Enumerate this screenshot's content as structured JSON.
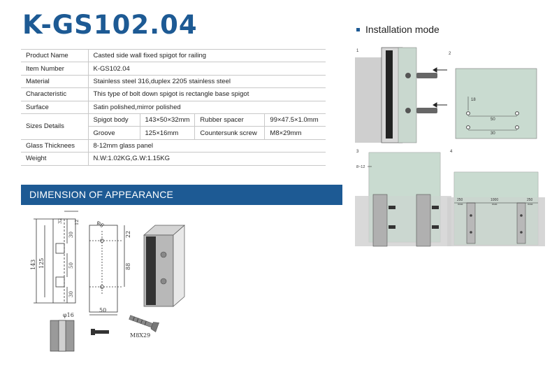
{
  "product_title": "K-GS102.04",
  "specs": {
    "product_name": {
      "label": "Product Name",
      "value": "Casted side wall fixed spigot for railing"
    },
    "item_number": {
      "label": "Item Number",
      "value": "K-GS102.04"
    },
    "material": {
      "label": "Material",
      "value": "Stainless steel 316,duplex 2205 stainless steel"
    },
    "characteristic": {
      "label": "Characteristic",
      "value": "This  type of bolt down spigot is rectangle base spigot"
    },
    "surface": {
      "label": "Surface",
      "value": "Satin polished,mirror polished"
    },
    "sizes": {
      "label": "Sizes Details",
      "spigot_body": {
        "label": "Spigot body",
        "value": "143×50×32mm"
      },
      "rubber_spacer": {
        "label": "Rubber spacer",
        "value": "99×47.5×1.0mm"
      },
      "groove": {
        "label": "Groove",
        "value": "125×16mm"
      },
      "countersunk_screw": {
        "label": "Countersunk screw",
        "value": "M8×29mm"
      }
    },
    "glass_thickness": {
      "label": "Glass Thicknees",
      "value": "8-12mm glass panel"
    },
    "weight": {
      "label": "Weight",
      "value": "N.W:1.02KG,G.W:1.15KG"
    }
  },
  "dimension_header": "DIMENSION OF APPEARANCE",
  "drawing_labels": {
    "d143": "143",
    "d125": "125",
    "d32": "32",
    "d12": "12",
    "d30a": "30",
    "d50a": "50",
    "d30b": "30",
    "phi8": "φ8",
    "d22": "22",
    "d88": "88",
    "d50w": "50",
    "phi16": "φ16",
    "screw": "M8X29"
  },
  "installation": {
    "title": "Installation mode",
    "step1": "1",
    "step2": "2",
    "step3": "3",
    "step4": "4",
    "hole": "18",
    "d50": "50",
    "d30": "30",
    "glass_range": "8~12",
    "gap_left": "250",
    "gap_mid": "1000",
    "gap_right": "250",
    "max": "max"
  }
}
